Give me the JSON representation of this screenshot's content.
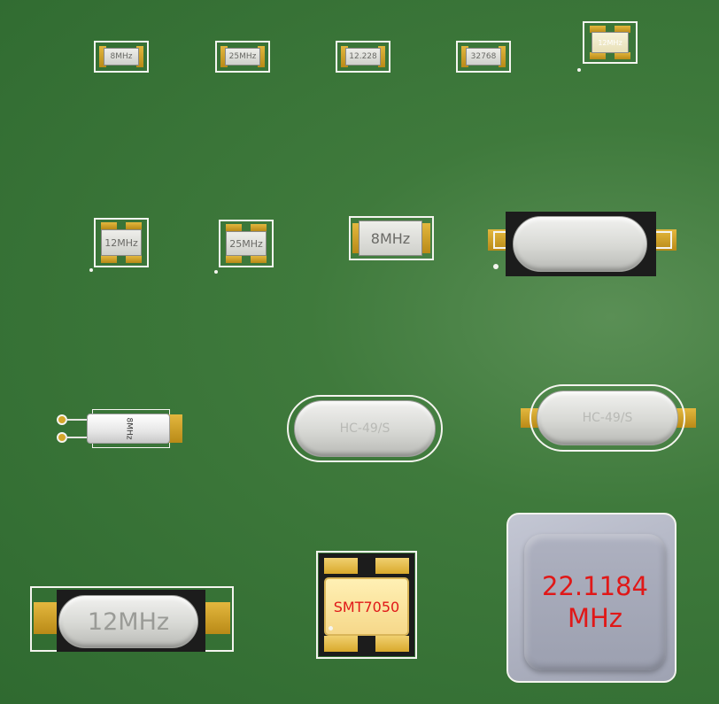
{
  "components": {
    "smd_row1": [
      "8MHz",
      "25MHz",
      "12.228",
      "32768",
      "12MHz"
    ],
    "smd_row2": [
      "12MHz",
      "25MHz",
      "8MHz"
    ],
    "cylinder": "8MHz",
    "hc49s_left": "HC-49/S",
    "hc49s_right": "HC-49/S",
    "hc49_smd": "12MHz",
    "smt7050": "SMT7050",
    "big_osc": {
      "line1": "22.1184",
      "line2": "MHz"
    }
  },
  "colors": {
    "board": "#3f7a3c",
    "silkscreen": "#f4f4ef",
    "pad": "#d4a62a",
    "chip_body": "#e6e6e2",
    "big_label": "#e01818"
  }
}
